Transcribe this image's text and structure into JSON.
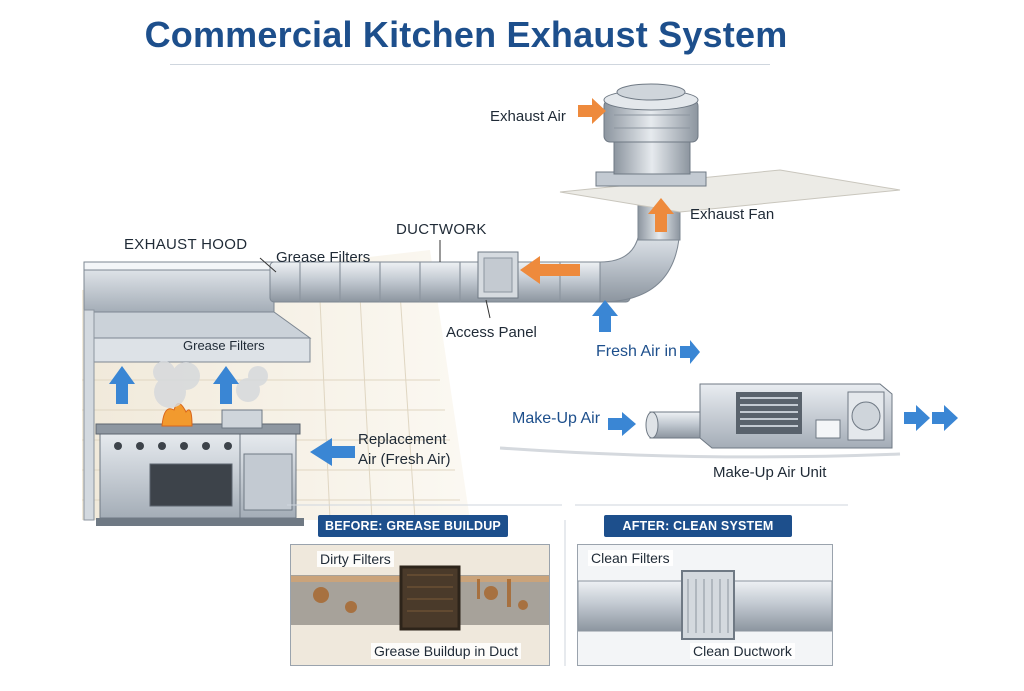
{
  "title": "Commercial Kitchen Exhaust System",
  "labels": {
    "exhaust_air": "Exhaust Air",
    "exhaust_fan": "Exhaust Fan",
    "ductwork": "DUCTWORK",
    "exhaust_hood": "EXHAUST HOOD",
    "grease_filters_top": "Grease Filters",
    "grease_filters_hood": "Grease Filters",
    "access_panel": "Access Panel",
    "fresh_air_in": "Fresh Air in",
    "make_up_air": "Make-Up Air",
    "make_up_air_unit": "Make-Up Air Unit",
    "replacement_air": "Replacement\nAir (Fresh Air)"
  },
  "before": {
    "banner": "BEFORE: GREASE BUILDUP",
    "dirty_filters": "Dirty Filters",
    "grease_buildup": "Grease Buildup in Duct"
  },
  "after": {
    "banner": "AFTER: CLEAN SYSTEM",
    "clean_filters": "Clean Filters",
    "clean_ductwork": "Clean Ductwork"
  },
  "colors": {
    "title": "#1d4f8c",
    "exhaust_arrow": "#ee8a3c",
    "fresh_arrow": "#3a86d4",
    "steel": "#b9c1c9"
  }
}
